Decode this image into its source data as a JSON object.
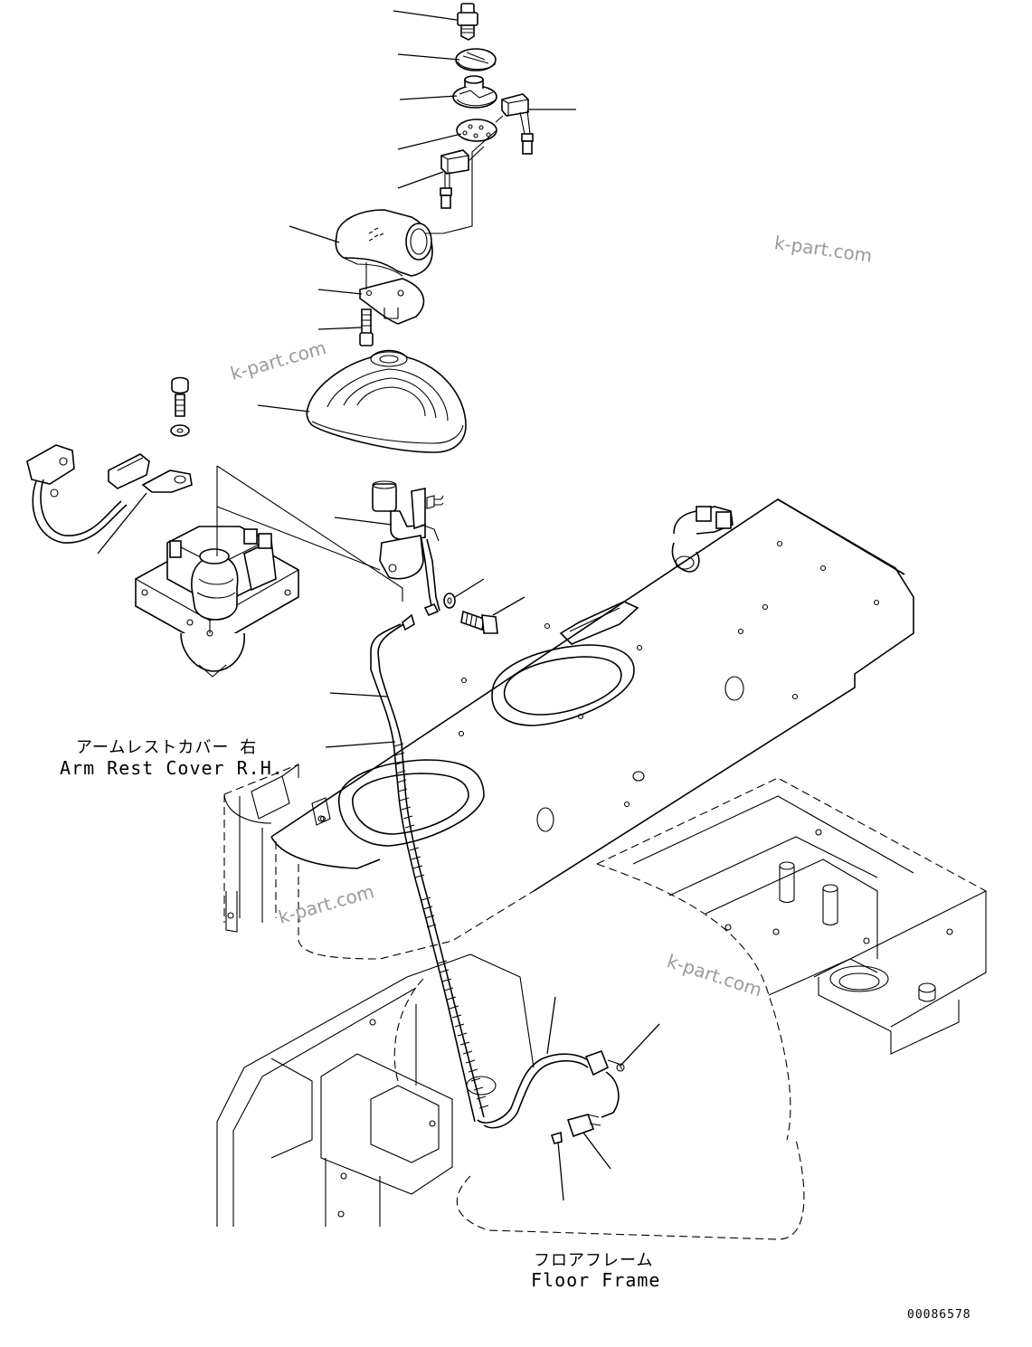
{
  "labels": {
    "armrest_jp": "アームレストカバー 右",
    "armrest_en": "Arm Rest Cover R.H.",
    "floor_jp": "フロアフレーム",
    "floor_en": "Floor Frame"
  },
  "watermarks": [
    "k-part.com",
    "k-part.com",
    "k-part.com",
    "k-part.com"
  ],
  "document_number": "00086578"
}
